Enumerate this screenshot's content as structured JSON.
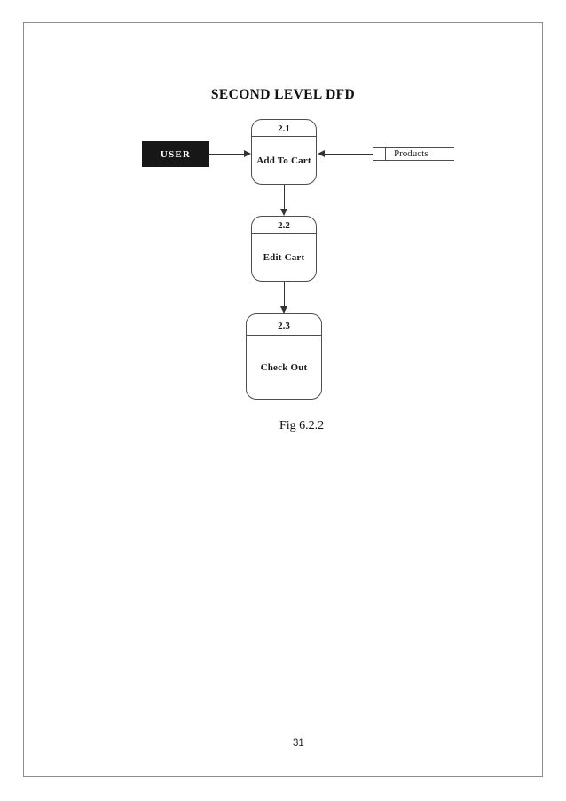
{
  "page": {
    "title": "SECOND LEVEL DFD",
    "caption": "Fig 6.2.2",
    "page_number": "31"
  },
  "diagram": {
    "type": "data-flow-diagram",
    "external_entity": {
      "label": "USER"
    },
    "data_store": {
      "label": "Products"
    },
    "processes": [
      {
        "id": "2.1",
        "label": "Add To Cart"
      },
      {
        "id": "2.2",
        "label": "Edit Cart"
      },
      {
        "id": "2.3",
        "label": "Check Out"
      }
    ],
    "flows": [
      {
        "from": "USER",
        "to": "2.1 Add To Cart",
        "direction": "right"
      },
      {
        "from": "Products",
        "to": "2.1 Add To Cart",
        "direction": "left"
      },
      {
        "from": "2.1 Add To Cart",
        "to": "2.2 Edit Cart",
        "direction": "down"
      },
      {
        "from": "2.2 Edit Cart",
        "to": "2.3 Check Out",
        "direction": "down"
      }
    ],
    "colors": {
      "shape_border": "#4d4d4d",
      "arrow": "#333333",
      "entity_fill": "#171717",
      "entity_text": "#ffffff",
      "page_border": "#8c8c8c",
      "text": "#1a1a1a"
    }
  }
}
